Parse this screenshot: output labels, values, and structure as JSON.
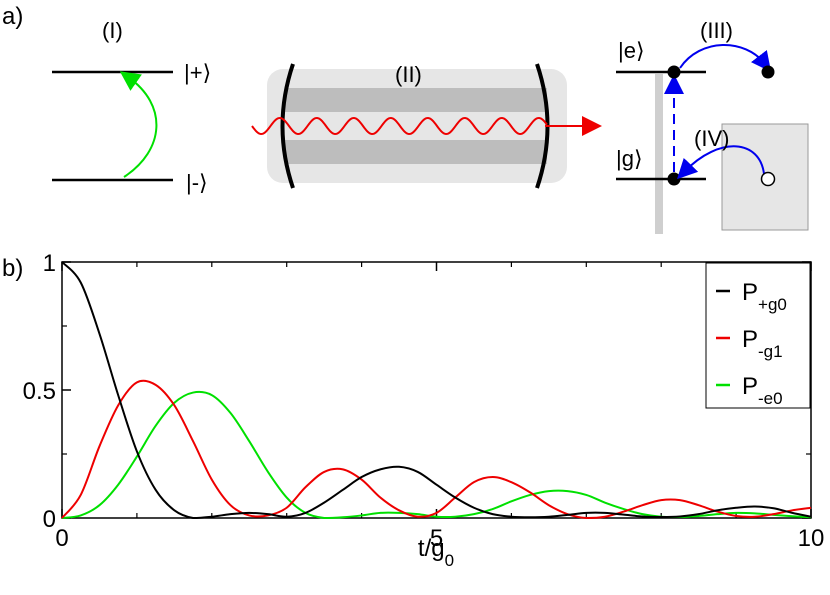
{
  "panel_a": {
    "label": "a)",
    "diagram_I": {
      "label": "(I)",
      "upper_state": "|+⟩",
      "lower_state": "|-⟩"
    },
    "diagram_II": {
      "label": "(II)"
    },
    "diagram_right": {
      "excited_state": "|e⟩",
      "ground_state": "|g⟩",
      "process_III": "(III)",
      "process_IV": "(IV)"
    }
  },
  "panel_b": {
    "label": "b)"
  },
  "colors": {
    "black": "#000000",
    "red": "#ee0000",
    "green": "#00e000",
    "blue": "#0000ee",
    "gray_light": "#e6e6e6",
    "gray_mid": "#bdbdbd"
  },
  "chart_data": {
    "type": "line",
    "xlabel": "t/g0",
    "ylabel": "",
    "xlim": [
      0,
      10
    ],
    "ylim": [
      0,
      1
    ],
    "x_ticks": [
      "0",
      "5",
      "10"
    ],
    "y_ticks": [
      "0",
      "0.5",
      "1"
    ],
    "grid": false,
    "legend_position": "top-right",
    "x": [
      0,
      0.25,
      0.5,
      0.75,
      1,
      1.25,
      1.5,
      1.75,
      2,
      2.25,
      2.5,
      2.75,
      3,
      3.25,
      3.5,
      3.75,
      4,
      4.25,
      4.5,
      4.75,
      5,
      5.25,
      5.5,
      5.75,
      6,
      6.25,
      6.5,
      6.75,
      7,
      7.25,
      7.5,
      7.75,
      8,
      8.25,
      8.5,
      8.75,
      9,
      9.25,
      9.5,
      9.75,
      10
    ],
    "series": [
      {
        "name": "P+g0",
        "name_base": "P",
        "name_sub": "+g0",
        "color": "#000000",
        "values": [
          1.0,
          0.92,
          0.72,
          0.48,
          0.26,
          0.11,
          0.03,
          0.0,
          0.005,
          0.015,
          0.02,
          0.015,
          0.005,
          0.02,
          0.06,
          0.11,
          0.16,
          0.19,
          0.2,
          0.18,
          0.13,
          0.08,
          0.04,
          0.015,
          0.005,
          0.003,
          0.005,
          0.012,
          0.02,
          0.02,
          0.013,
          0.006,
          0.004,
          0.006,
          0.015,
          0.03,
          0.04,
          0.045,
          0.038,
          0.02,
          0.005
        ]
      },
      {
        "name": "P-g1",
        "name_base": "P",
        "name_sub": "-g1",
        "color": "#ee0000",
        "values": [
          0.0,
          0.09,
          0.28,
          0.44,
          0.53,
          0.52,
          0.44,
          0.3,
          0.15,
          0.05,
          0.01,
          0.01,
          0.04,
          0.12,
          0.18,
          0.19,
          0.15,
          0.08,
          0.03,
          0.005,
          0.02,
          0.08,
          0.14,
          0.16,
          0.14,
          0.1,
          0.05,
          0.015,
          0.0,
          0.005,
          0.025,
          0.05,
          0.07,
          0.07,
          0.05,
          0.025,
          0.008,
          0.005,
          0.015,
          0.03,
          0.04
        ]
      },
      {
        "name": "P-e0",
        "name_base": "P",
        "name_sub": "-e0",
        "color": "#00e000",
        "values": [
          0.0,
          0.01,
          0.05,
          0.13,
          0.24,
          0.36,
          0.45,
          0.49,
          0.48,
          0.41,
          0.3,
          0.18,
          0.08,
          0.02,
          0.0,
          0.003,
          0.01,
          0.02,
          0.02,
          0.015,
          0.005,
          0.005,
          0.015,
          0.035,
          0.065,
          0.09,
          0.105,
          0.105,
          0.09,
          0.06,
          0.035,
          0.015,
          0.005,
          0.004,
          0.008,
          0.015,
          0.02,
          0.018,
          0.012,
          0.007,
          0.003
        ]
      }
    ]
  }
}
